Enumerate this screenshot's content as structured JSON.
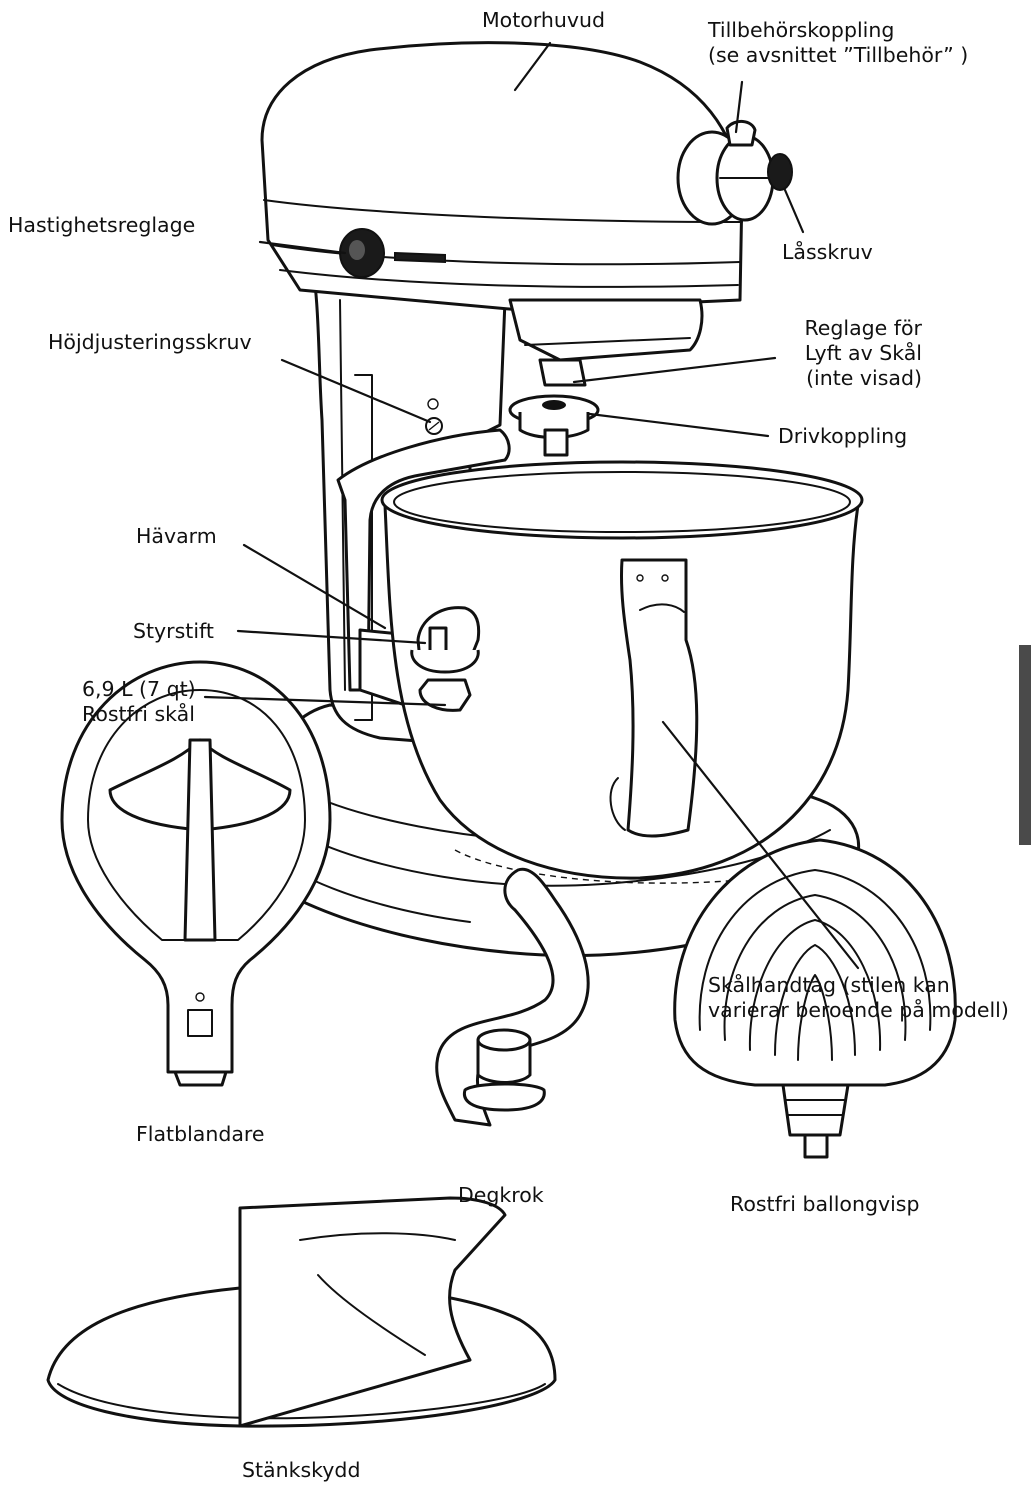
{
  "labels": {
    "motorhuvud": "Motorhuvud",
    "tillbehorskoppling_1": "Tillbehörskoppling",
    "tillbehorskoppling_2": "(se avsnittet ”Tillbehör” )",
    "hastighetsreglage": "Hastighetsreglage",
    "lasskruv": "Låsskruv",
    "hojdjustering": "Höjdjusteringsskruv",
    "reglage_1": "Reglage för",
    "reglage_2": "Lyft av Skål",
    "reglage_3": "(inte visad)",
    "drivkoppling": "Drivkoppling",
    "havarm": "Hävarm",
    "styrstift": "Styrstift",
    "skal_1": "6,9 L (7 qt)",
    "skal_2": "Rostfri skål",
    "skalhandtag_1": "Skålhandtag (stilen kan",
    "skalhandtag_2": "varierar beroende på modell)",
    "flatblandare": "Flatblandare",
    "degkrok": "Degkrok",
    "ballongvisp": "Rostfri ballongvisp",
    "stankskydd": "Stänkskydd"
  },
  "colors": {
    "line": "#111111",
    "section_tab": "#4a4a4a"
  }
}
